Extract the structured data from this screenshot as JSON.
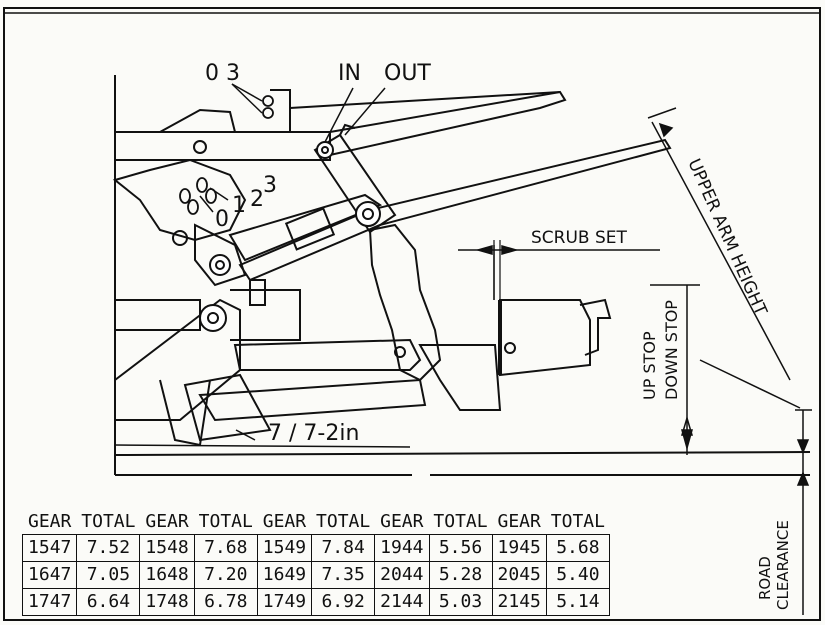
{
  "labels": {
    "lower_link_positions": "0 3",
    "in_out_in": "IN",
    "in_out_out": "OUT",
    "upper_pos_0": "0",
    "upper_pos_1": "1",
    "upper_pos_2": "2",
    "upper_pos_3": "3",
    "scrub_set": "SCRUB SET",
    "upper_arm_height": "UPPER ARM HEIGHT",
    "up_stop": "UP STOP",
    "down_stop": "DOWN STOP",
    "seven": "7 / 7-2in",
    "road_clearance_1": "ROAD",
    "road_clearance_2": "CLEARANCE"
  },
  "table": {
    "header": [
      "GEAR",
      "TOTAL",
      "GEAR",
      "TOTAL",
      "GEAR",
      "TOTAL",
      "GEAR",
      "TOTAL",
      "GEAR",
      "TOTAL"
    ],
    "rows": [
      [
        [
          "15",
          "47"
        ],
        "7.52",
        [
          "15",
          "48"
        ],
        "7.68",
        [
          "15",
          "49"
        ],
        "7.84",
        [
          "19",
          "44"
        ],
        "5.56",
        [
          "19",
          "45"
        ],
        "5.68"
      ],
      [
        [
          "16",
          "47"
        ],
        "7.05",
        [
          "16",
          "48"
        ],
        "7.20",
        [
          "16",
          "49"
        ],
        "7.35",
        [
          "20",
          "44"
        ],
        "5.28",
        [
          "20",
          "45"
        ],
        "5.40"
      ],
      [
        [
          "17",
          "47"
        ],
        "6.64",
        [
          "17",
          "48"
        ],
        "6.78",
        [
          "17",
          "49"
        ],
        "6.92",
        [
          "21",
          "44"
        ],
        "5.03",
        [
          "21",
          "45"
        ],
        "5.14"
      ]
    ]
  }
}
